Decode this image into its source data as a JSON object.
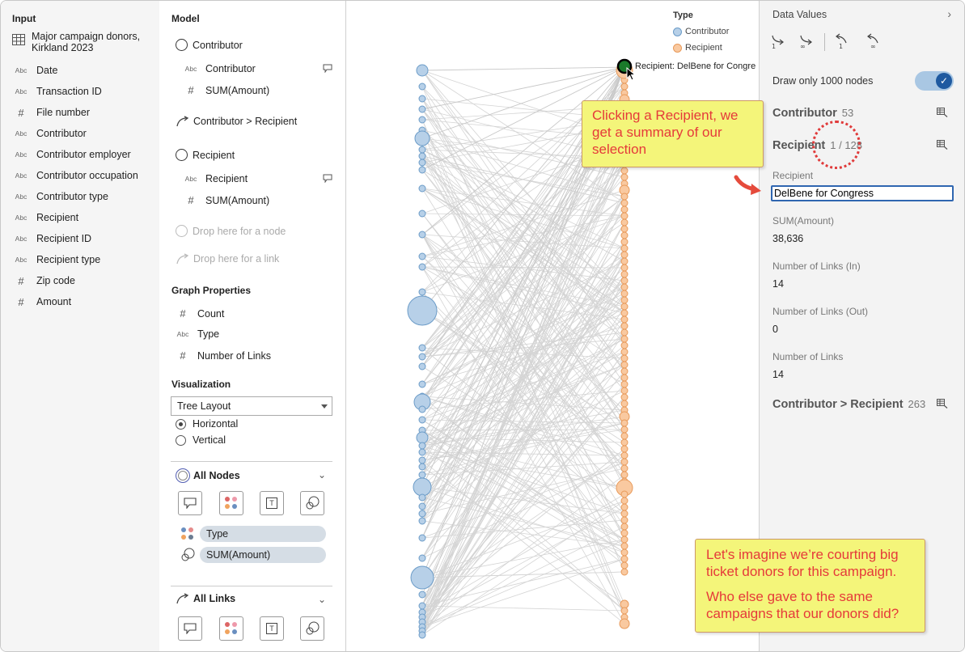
{
  "input": {
    "title": "Input",
    "dataset": "Major campaign donors, Kirkland 2023",
    "fields": [
      {
        "type": "Abc",
        "label": "Date"
      },
      {
        "type": "Abc",
        "label": "Transaction ID"
      },
      {
        "type": "#",
        "label": "File number"
      },
      {
        "type": "Abc",
        "label": "Contributor"
      },
      {
        "type": "Abc",
        "label": "Contributor employer"
      },
      {
        "type": "Abc",
        "label": "Contributor occupation"
      },
      {
        "type": "Abc",
        "label": "Contributor type"
      },
      {
        "type": "Abc",
        "label": "Recipient"
      },
      {
        "type": "Abc",
        "label": "Recipient ID"
      },
      {
        "type": "Abc",
        "label": "Recipient type"
      },
      {
        "type": "#",
        "label": "Zip code"
      },
      {
        "type": "#",
        "label": "Amount"
      }
    ]
  },
  "model": {
    "title": "Model",
    "contributor_node": "Contributor",
    "contributor_field": "Contributor",
    "contributor_sum": "SUM(Amount)",
    "link": "Contributor > Recipient",
    "recipient_node": "Recipient",
    "recipient_field": "Recipient",
    "recipient_sum": "SUM(Amount)",
    "drop_node": "Drop here for a node",
    "drop_link": "Drop here for a link",
    "graph_properties_title": "Graph Properties",
    "graph_properties": [
      {
        "type": "#",
        "label": "Count"
      },
      {
        "type": "Abc",
        "label": "Type"
      },
      {
        "type": "#",
        "label": "Number of Links"
      }
    ],
    "visualization_title": "Visualization",
    "layout_selected": "Tree Layout",
    "orientation_options": [
      "Horizontal",
      "Vertical"
    ],
    "orientation_selected": "Horizontal",
    "all_nodes": "All Nodes",
    "node_color_pill": "Type",
    "node_size_pill": "SUM(Amount)",
    "all_links": "All Links"
  },
  "graph": {
    "legend_title": "Type",
    "legend": [
      {
        "name": "Contributor",
        "fill": "#b7d0e8",
        "stroke": "#6c9cc8"
      },
      {
        "name": "Recipient",
        "fill": "#f9c9a0",
        "stroke": "#e89a5a"
      }
    ],
    "selected_label": "Recipient: DelBene for Congre"
  },
  "data_values": {
    "title": "Data Values",
    "draw_only_label": "Draw only 1000 nodes",
    "draw_only_enabled": true,
    "contributor_label": "Contributor",
    "contributor_count": "53",
    "recipient_label": "Recipient",
    "recipient_count": "1 / 128",
    "recipient_field_label": "Recipient",
    "recipient_value": "DelBene for Congress",
    "sum_label": "SUM(Amount)",
    "sum_value": "38,636",
    "links_in_label": "Number of Links (In)",
    "links_in_value": "14",
    "links_out_label": "Number of Links (Out)",
    "links_out_value": "0",
    "links_label": "Number of Links",
    "links_value": "14",
    "edge_label": "Contributor > Recipient",
    "edge_count": "263"
  },
  "annotations": {
    "note1": "Clicking a Recipient, we get a summary of our selection",
    "note2_a": "Let's imagine we’re courting big ticket donors for this campaign.",
    "note2_b": "Who else gave to the same campaigns that our donors did?"
  }
}
